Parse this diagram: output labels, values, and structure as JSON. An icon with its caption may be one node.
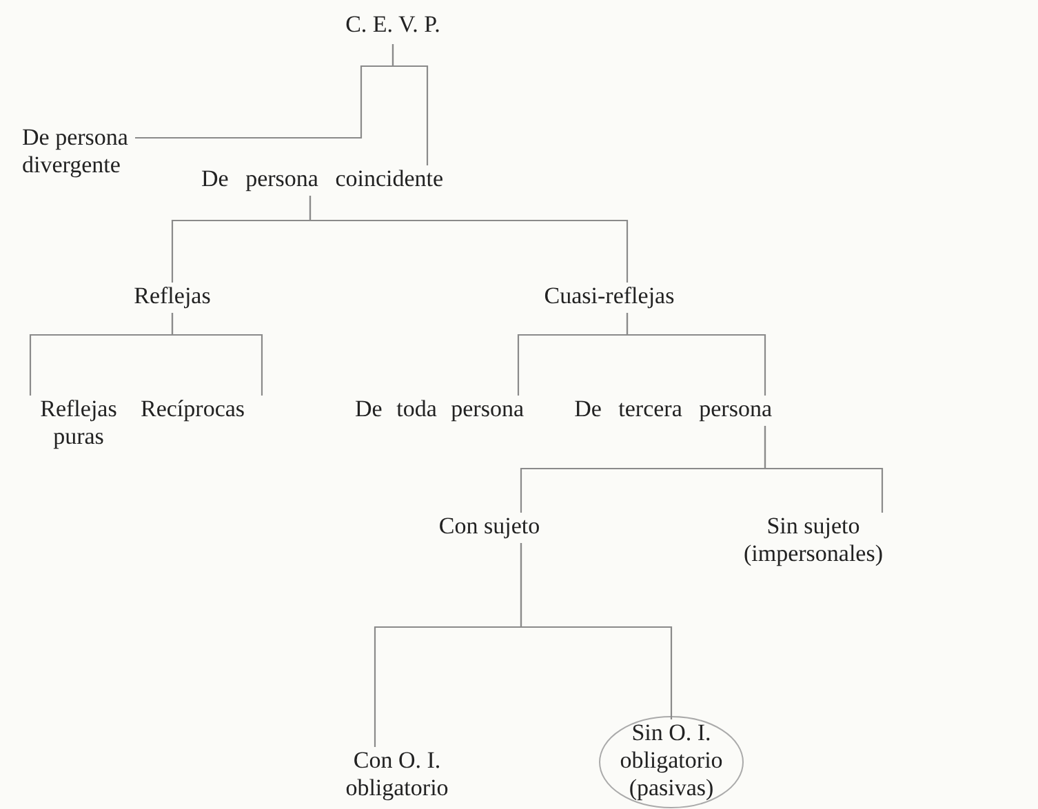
{
  "diagram": {
    "nodes": [
      {
        "text": [
          "C. E. V. P."
        ]
      },
      {
        "text": [
          "De persona divergente"
        ]
      },
      {
        "text": [
          "De persona coincidente"
        ]
      },
      {
        "text": [
          "Reflejas"
        ]
      },
      {
        "text": [
          "Cuasi-reflejas"
        ]
      },
      {
        "text": [
          "Reflejas puras"
        ]
      },
      {
        "text": [
          "Recíprocas"
        ]
      },
      {
        "text": [
          "De toda persona"
        ]
      },
      {
        "text": [
          "De tercera persona"
        ]
      },
      {
        "text": [
          "Con sujeto"
        ]
      },
      {
        "text": [
          "Sin sujeto (impersonales)"
        ]
      },
      {
        "text": [
          "Con O. I. obligatorio"
        ]
      },
      {
        "text": [
          "Sin O. I. obligatorio (pasivas)"
        ]
      }
    ],
    "edges": [
      {
        "from": 0,
        "to": 1,
        "arrow": "none"
      },
      {
        "from": 0,
        "to": 2,
        "arrow": "none"
      },
      {
        "from": 2,
        "to": 3,
        "arrow": "none"
      },
      {
        "from": 2,
        "to": 4,
        "arrow": "none"
      },
      {
        "from": 3,
        "to": 5,
        "arrow": "none"
      },
      {
        "from": 3,
        "to": 6,
        "arrow": "none"
      },
      {
        "from": 4,
        "to": 7,
        "arrow": "none"
      },
      {
        "from": 4,
        "to": 8,
        "arrow": "none"
      },
      {
        "from": 8,
        "to": 9,
        "arrow": "none"
      },
      {
        "from": 8,
        "to": 10,
        "arrow": "none"
      },
      {
        "from": 9,
        "to": 11,
        "arrow": "none"
      },
      {
        "from": 9,
        "to": 12,
        "arrow": "none"
      }
    ]
  }
}
